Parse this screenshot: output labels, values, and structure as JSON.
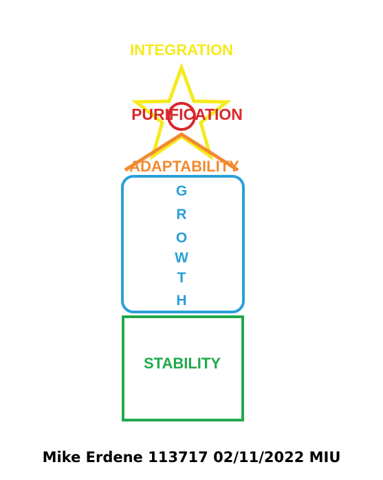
{
  "labels": {
    "integration": "INTEGRATION",
    "purification": "PURIFICATION",
    "adaptability": "ADAPTABILITY",
    "growth": [
      "G",
      "R",
      "O",
      "W",
      "T",
      "H"
    ],
    "stability": "STABILITY"
  },
  "footer": "Mike Erdene 113717 02/11/2022 MIU",
  "colors": {
    "integration": "#f5ea1e",
    "star": "#f5ea1e",
    "purification": "#d8282c",
    "circle": "#d8282c",
    "adaptability": "#f28a30",
    "roof": "#f28a30",
    "growth": "#2a9fd8",
    "growth_box": "#2a9fd8",
    "stability": "#22a84a",
    "stability_box": "#22a84a"
  }
}
